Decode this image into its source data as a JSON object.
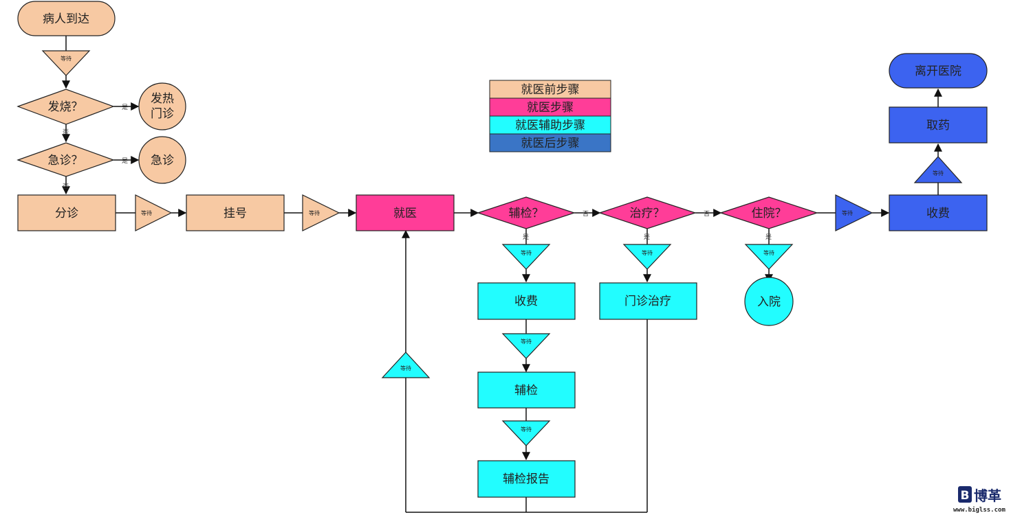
{
  "colors": {
    "pre": "#F7C9A3",
    "main": "#FF3D98",
    "aux": "#22FDFF",
    "post": "#3C63F0",
    "legend_post": "#3A75C6",
    "line": "#111111"
  },
  "nodes": {
    "arrive": "病人到达",
    "fever_q": "发烧？",
    "fever_clinic": "发热\n门诊",
    "emergency_q": "急诊？",
    "emergency": "急诊",
    "triage": "分诊",
    "register": "挂号",
    "consult": "就医",
    "aux_q": "辅检？",
    "treat_q": "治疗？",
    "hospital_q": "住院？",
    "pay_main": "收费",
    "take_medicine": "取药",
    "leave": "离开医院",
    "pay_aux": "收费",
    "aux_exam": "辅检",
    "aux_report": "辅检报告",
    "outpatient_treat": "门诊治疗",
    "admit": "入院"
  },
  "wait_label": "等待",
  "edge_labels": {
    "yes": "是",
    "no": "否"
  },
  "legend": [
    {
      "label": "就医前步骤",
      "color": "#F7C9A3"
    },
    {
      "label": "就医步骤",
      "color": "#FF3D98"
    },
    {
      "label": "就医辅助步骤",
      "color": "#22FDFF"
    },
    {
      "label": "就医后步骤",
      "color": "#3A75C6"
    }
  ],
  "logo": {
    "mark": "B",
    "name": "博革",
    "url": "www.biglss.com"
  }
}
